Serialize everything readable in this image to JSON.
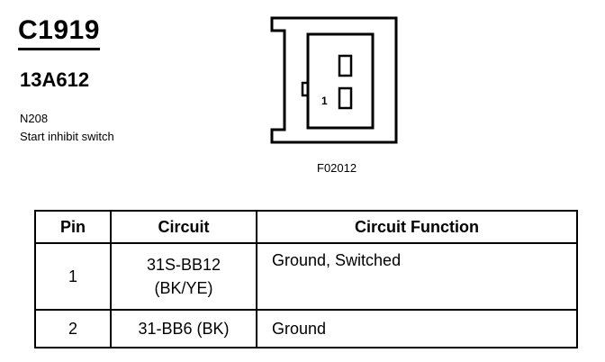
{
  "header": {
    "connector_id": "C1919",
    "part_number": "13A612",
    "location": "N208",
    "description": "Start inhibit switch"
  },
  "diagram": {
    "pin_label": "1",
    "figure_code": "F02012"
  },
  "table": {
    "headers": [
      "Pin",
      "Circuit",
      "Circuit Function"
    ],
    "rows": [
      {
        "pin": "1",
        "circuit_line1": "31S-BB12",
        "circuit_line2": "(BK/YE)",
        "function": "Ground, Switched"
      },
      {
        "pin": "2",
        "circuit_line1": "31-BB6 (BK)",
        "circuit_line2": "",
        "function": "Ground"
      }
    ]
  }
}
